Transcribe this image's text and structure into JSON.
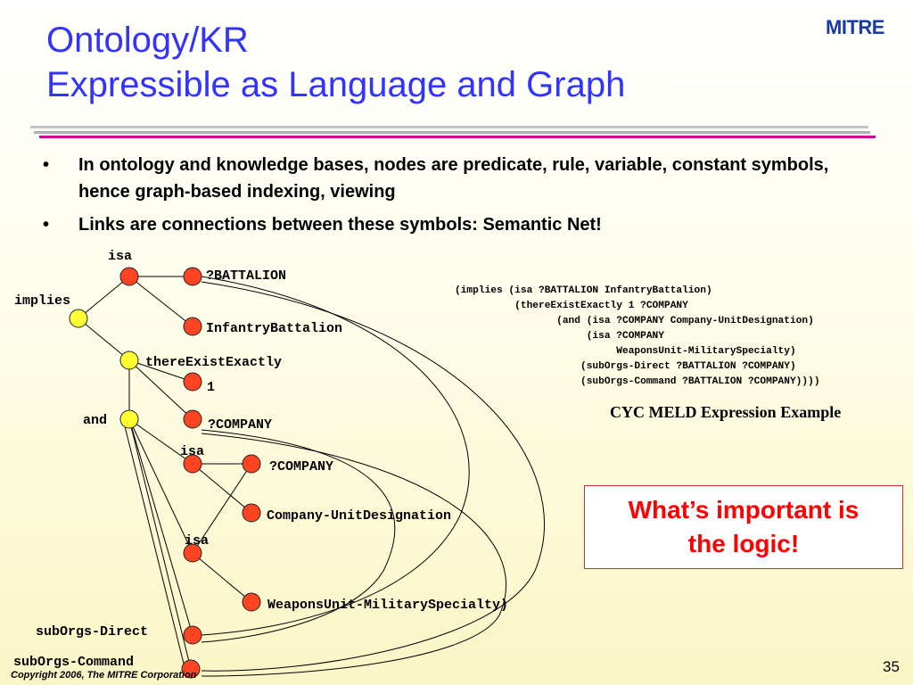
{
  "slide": {
    "title_line1": "Ontology/KR",
    "title_line2": "Expressible as Language and Graph",
    "logo": "MITRE",
    "page_number": "35",
    "copyright": "Copyright 2006, The MITRE Corporation"
  },
  "colors": {
    "title": "#3333ff",
    "logo": "#1a3aa8",
    "rule_gray": "#b8b8b8",
    "rule_magenta": "#cc0099",
    "node_red": "#ff4422",
    "node_yellow": "#ffff33",
    "callout_text": "#ff0000"
  },
  "bullets": [
    {
      "marker": "•",
      "text": "In ontology and knowledge bases, nodes are predicate, rule, variable, constant symbols, hence graph-based indexing, viewing"
    },
    {
      "marker": "•",
      "text": "Links are connections between these symbols: Semantic Net!"
    }
  ],
  "graph": {
    "nodes": [
      {
        "id": "isa1",
        "label": "isa",
        "color": "red"
      },
      {
        "id": "battalion1",
        "label": "?BATTALION",
        "color": "red"
      },
      {
        "id": "implies",
        "label": "implies",
        "color": "yellow"
      },
      {
        "id": "infantry",
        "label": "InfantryBattalion",
        "color": "red"
      },
      {
        "id": "tee",
        "label": "thereExistExactly",
        "color": "yellow"
      },
      {
        "id": "one",
        "label": "1",
        "color": "red"
      },
      {
        "id": "and",
        "label": "and",
        "color": "yellow"
      },
      {
        "id": "company1",
        "label": "?COMPANY",
        "color": "red"
      },
      {
        "id": "isa2",
        "label": "isa",
        "color": "red"
      },
      {
        "id": "company2",
        "label": "?COMPANY",
        "color": "red"
      },
      {
        "id": "cud",
        "label": "Company-UnitDesignation",
        "color": "red"
      },
      {
        "id": "isa3",
        "label": "isa",
        "color": "red"
      },
      {
        "id": "wums",
        "label": "WeaponsUnit-MilitarySpecialty)",
        "color": "red"
      },
      {
        "id": "sod",
        "label": "subOrgs-Direct",
        "color": "red"
      },
      {
        "id": "soc",
        "label": "subOrgs-Command",
        "color": "red"
      }
    ]
  },
  "expression": {
    "lines": [
      "(implies (isa ?BATTALION InfantryBattalion)",
      "          (thereExistExactly 1 ?COMPANY",
      "                 (and (isa ?COMPANY Company-UnitDesignation)",
      "                      (isa ?COMPANY",
      "                           WeaponsUnit-MilitarySpecialty)",
      "                     (subOrgs-Direct ?BATTALION ?COMPANY)",
      "                     (subOrgs-Command ?BATTALION ?COMPANY))))"
    ],
    "caption": "CYC MELD Expression Example"
  },
  "callout": {
    "line1": "What’s important is",
    "line2": "the logic!"
  }
}
